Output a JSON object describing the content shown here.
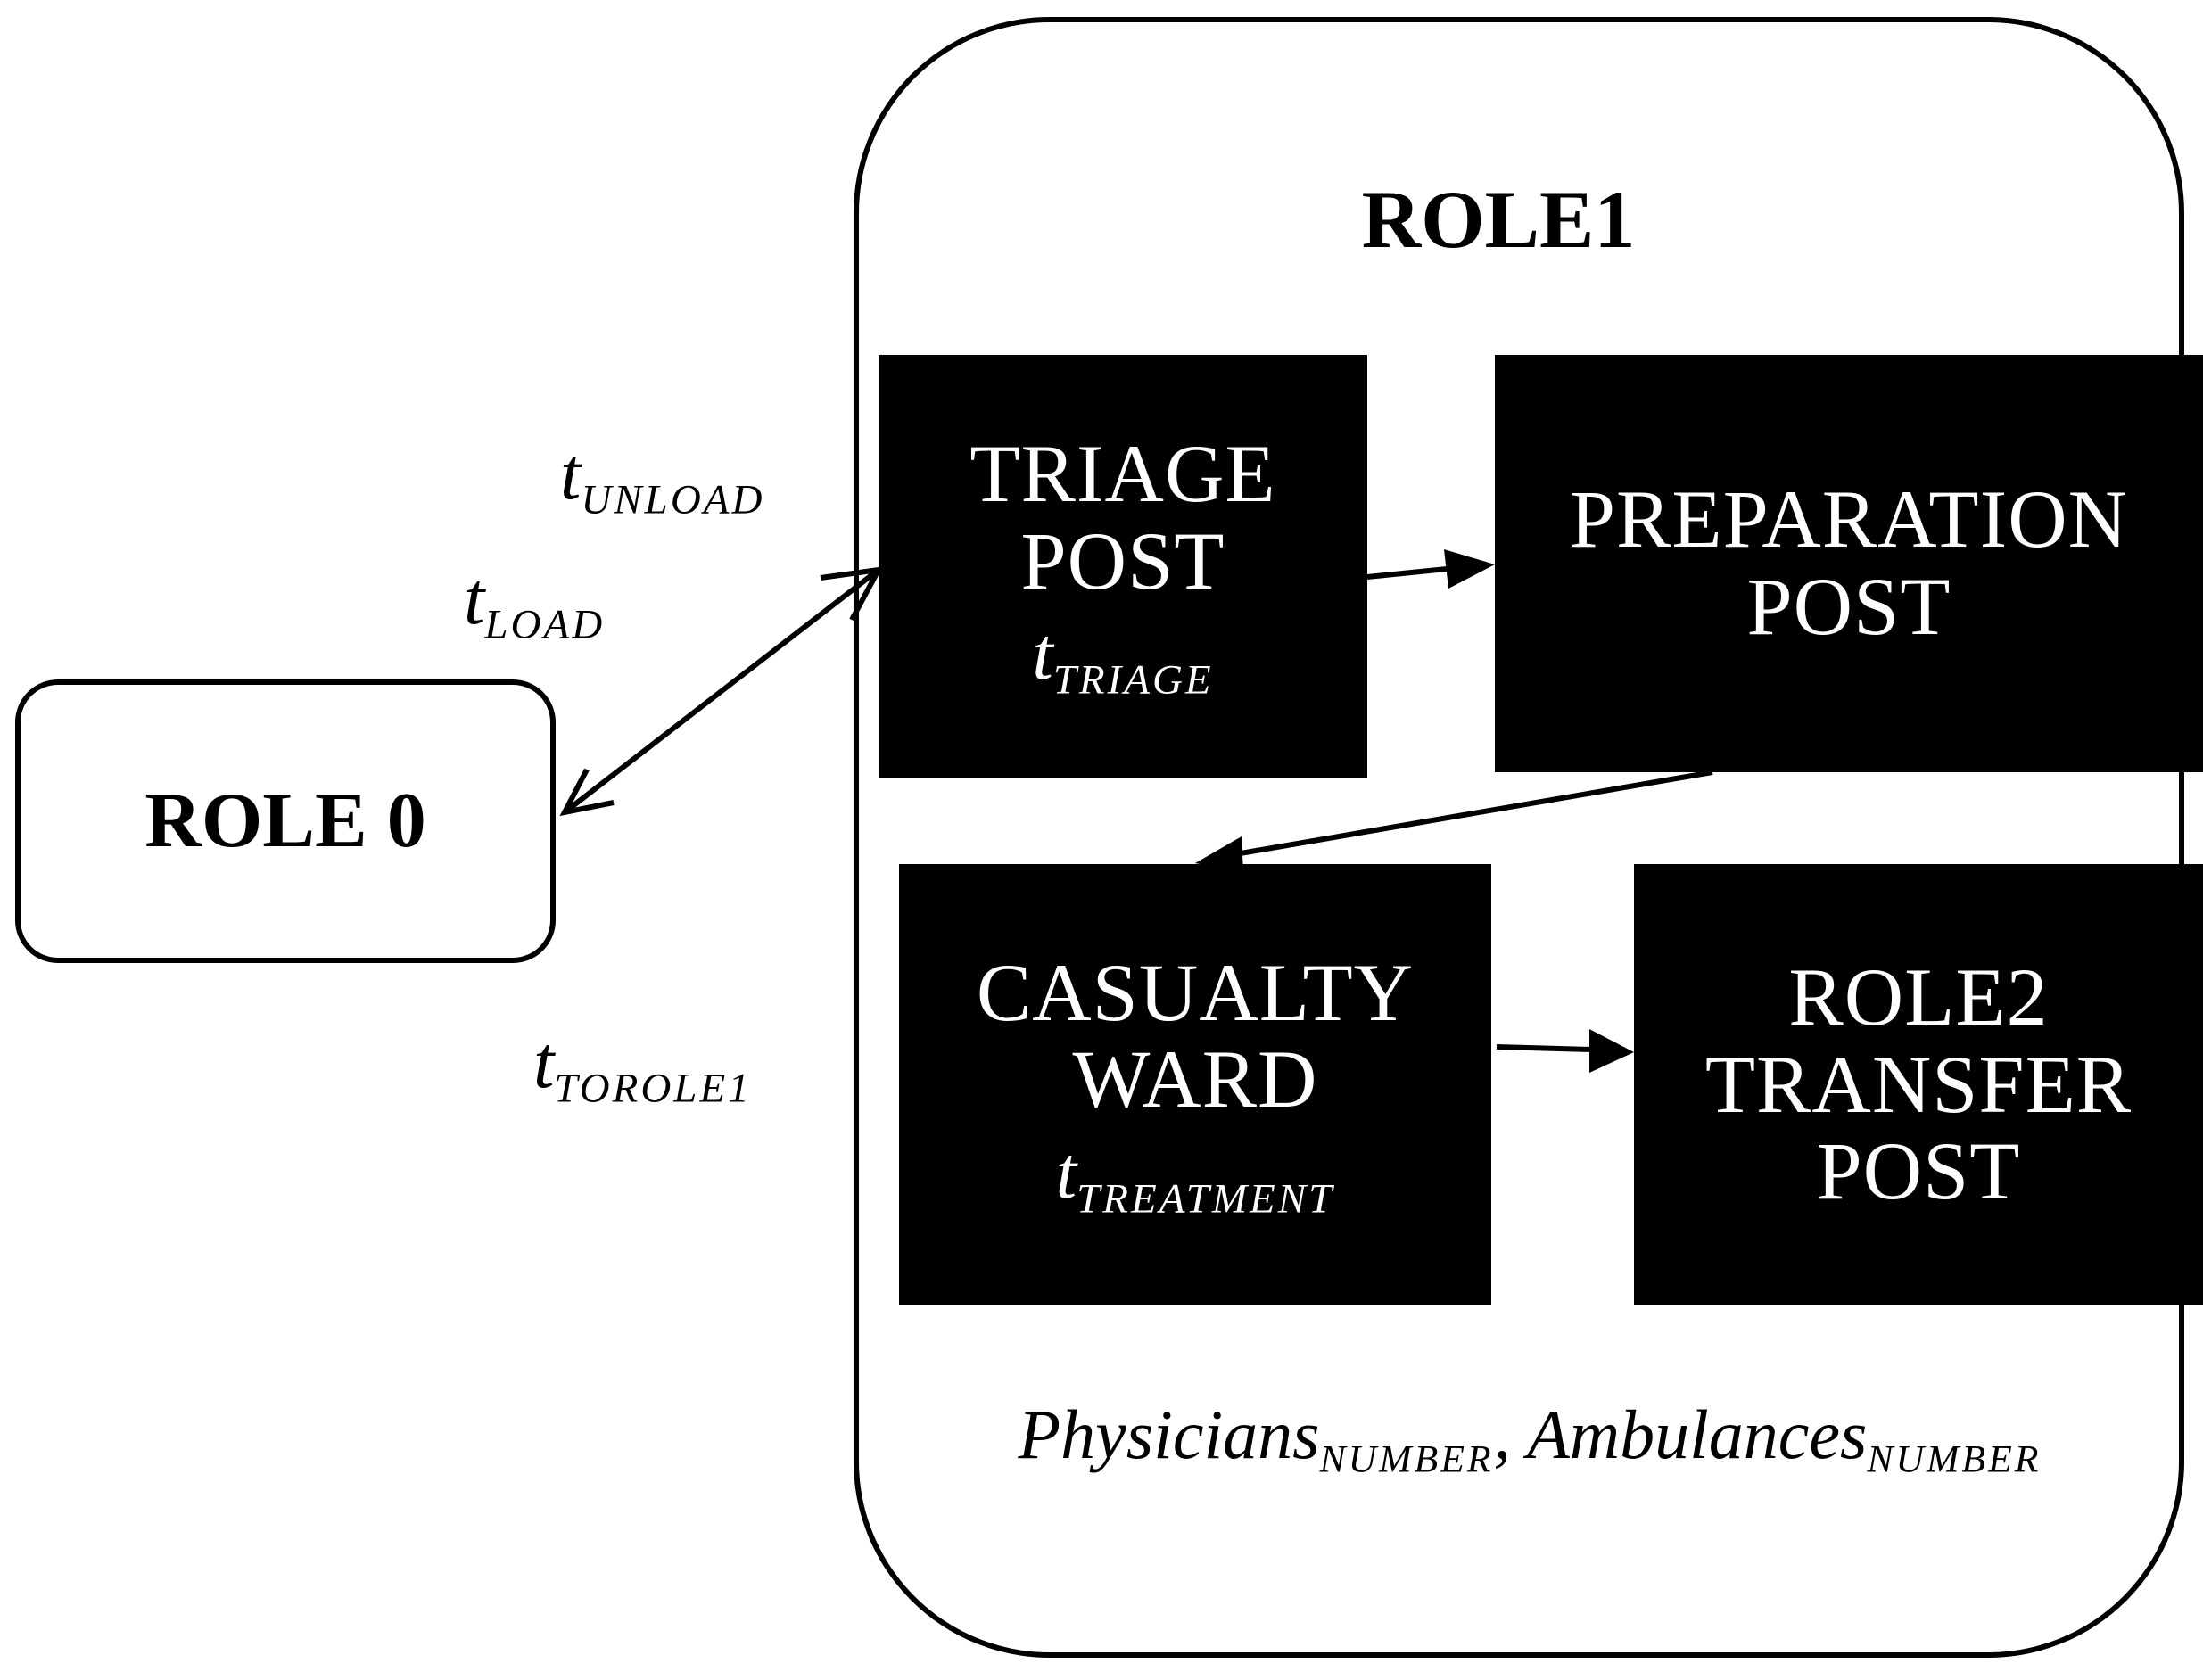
{
  "diagram": {
    "role1_title": "ROLE1",
    "role0_label": "ROLE 0",
    "triage": {
      "line1": "TRIAGE",
      "line2": "POST",
      "time_var": "t",
      "time_sub": "TRIAGE"
    },
    "preparation": {
      "line1": "PREPARATION",
      "line2": "POST"
    },
    "casualty": {
      "line1": "CASUALTY",
      "line2": "WARD",
      "time_var": "t",
      "time_sub": "TREATMENT"
    },
    "role2": {
      "line1": "ROLE2",
      "line2": "TRANSFER",
      "line3": "POST"
    },
    "times": {
      "unload_var": "t",
      "unload_sub": "UNLOAD",
      "load_var": "t",
      "load_sub": "LOAD",
      "torole1_var": "t",
      "torole1_sub": "TOROLE1"
    },
    "resources": {
      "physicians": "Physicians",
      "physicians_sub": "NUMBER",
      "separator": ", ",
      "ambulances": "Ambulances",
      "ambulances_sub": "NUMBER"
    }
  }
}
